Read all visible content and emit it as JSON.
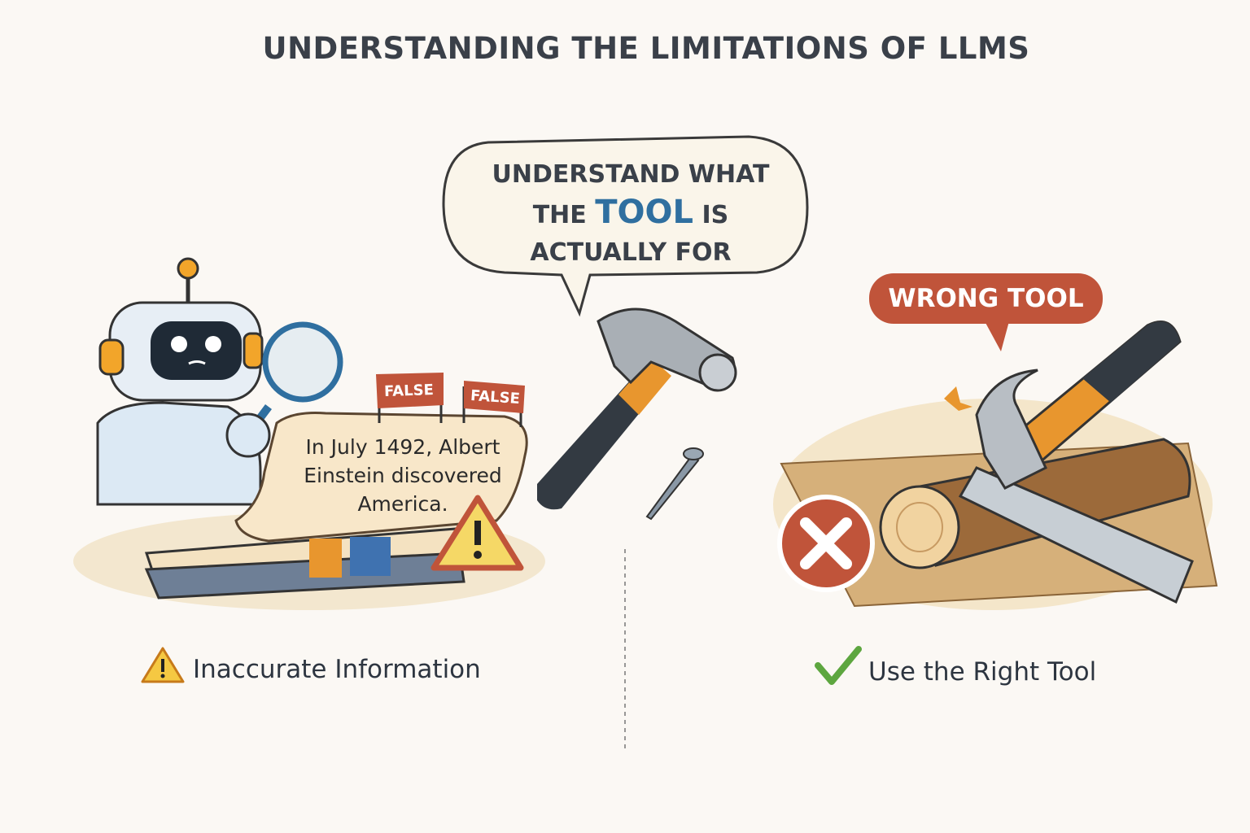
{
  "title": "UNDERSTANDING THE LIMITATIONS OF LLMS",
  "speech_bubble": {
    "line1": "UNDERSTAND WHAT",
    "line2_before": "THE",
    "line2_highlight": "TOOL",
    "line2_after": "IS",
    "line3": "ACTUALLY FOR"
  },
  "left_panel": {
    "flags": [
      "FALSE",
      "FALSE"
    ],
    "scroll_text": "In July 1492, Albert Einstein discovered America.",
    "caption": "Inaccurate Information",
    "caption_icon": "warning-icon"
  },
  "right_panel": {
    "badge": "WRONG TOOL",
    "caption": "Use the Right Tool",
    "caption_icon": "check-icon"
  },
  "colors": {
    "accent_blue": "#2f6fa0",
    "accent_red": "#c0543a",
    "text": "#3a4049",
    "orange": "#e8962e"
  }
}
